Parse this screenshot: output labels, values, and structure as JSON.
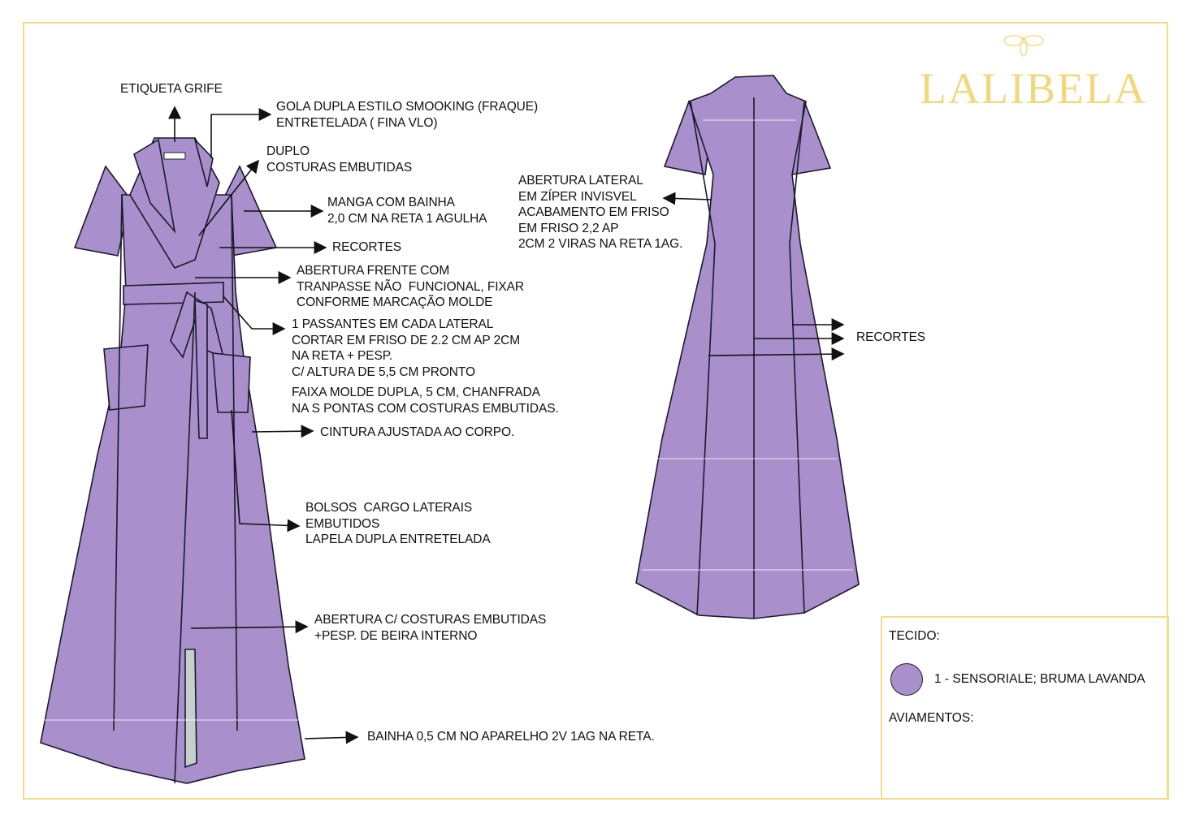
{
  "brand": {
    "name": "LALIBELA",
    "icon": "bee-icon",
    "color": "#f3d77c"
  },
  "fabric_color": "#a98fcc",
  "front_notes": {
    "label_tag": "ETIQUETA GRIFE",
    "collar": [
      "GOLA DUPLA ESTILO SMOOKING (FRAQUE)",
      "ENTRETELADA ( FINA VLO)"
    ],
    "double": [
      "DUPLO",
      "COSTURAS EMBUTIDAS"
    ],
    "sleeve": [
      "MANGA COM BAINHA",
      "2,0 CM NA RETA 1 AGULHA"
    ],
    "cuts": "RECORTES",
    "front_opening": [
      "ABERTURA FRENTE COM",
      "TRANPASSE NÃO  FUNCIONAL, FIXAR",
      "CONFORME MARCAÇÃO MOLDE"
    ],
    "loops": [
      "1 PASSANTES EM CADA LATERAL",
      "CORTAR EM FRISO DE 2.2 CM AP 2CM",
      "NA RETA + PESP.",
      "C/ ALTURA DE 5,5 CM PRONTO"
    ],
    "belt": [
      "FAIXA MOLDE DUPLA, 5 CM, CHANFRADA",
      "NA S PONTAS COM COSTURAS EMBUTIDAS."
    ],
    "waist": "CINTURA AJUSTADA AO CORPO.",
    "pockets": [
      "BOLSOS  CARGO LATERAIS",
      "EMBUTIDOS",
      "LAPELA DUPLA ENTRETELADA"
    ],
    "slit": [
      "ABERTURA C/ COSTURAS EMBUTIDAS",
      "+PESP. DE BEIRA INTERNO"
    ],
    "hem": "BAINHA 0,5 CM NO APARELHO 2V 1AG NA RETA."
  },
  "back_notes": {
    "side_opening": [
      "ABERTURA LATERAL",
      "EM ZÍPER INVISVEL",
      "ACABAMENTO EM FRISO",
      "EM FRISO 2,2 AP",
      "2CM 2 VIRAS NA RETA 1AG."
    ],
    "cuts": "RECORTES"
  },
  "spec_box": {
    "fabric_label": "TECIDO:",
    "fabric_item": "1 - SENSORIALE; BRUMA LAVANDA",
    "trims_label": "AVIAMENTOS:"
  }
}
